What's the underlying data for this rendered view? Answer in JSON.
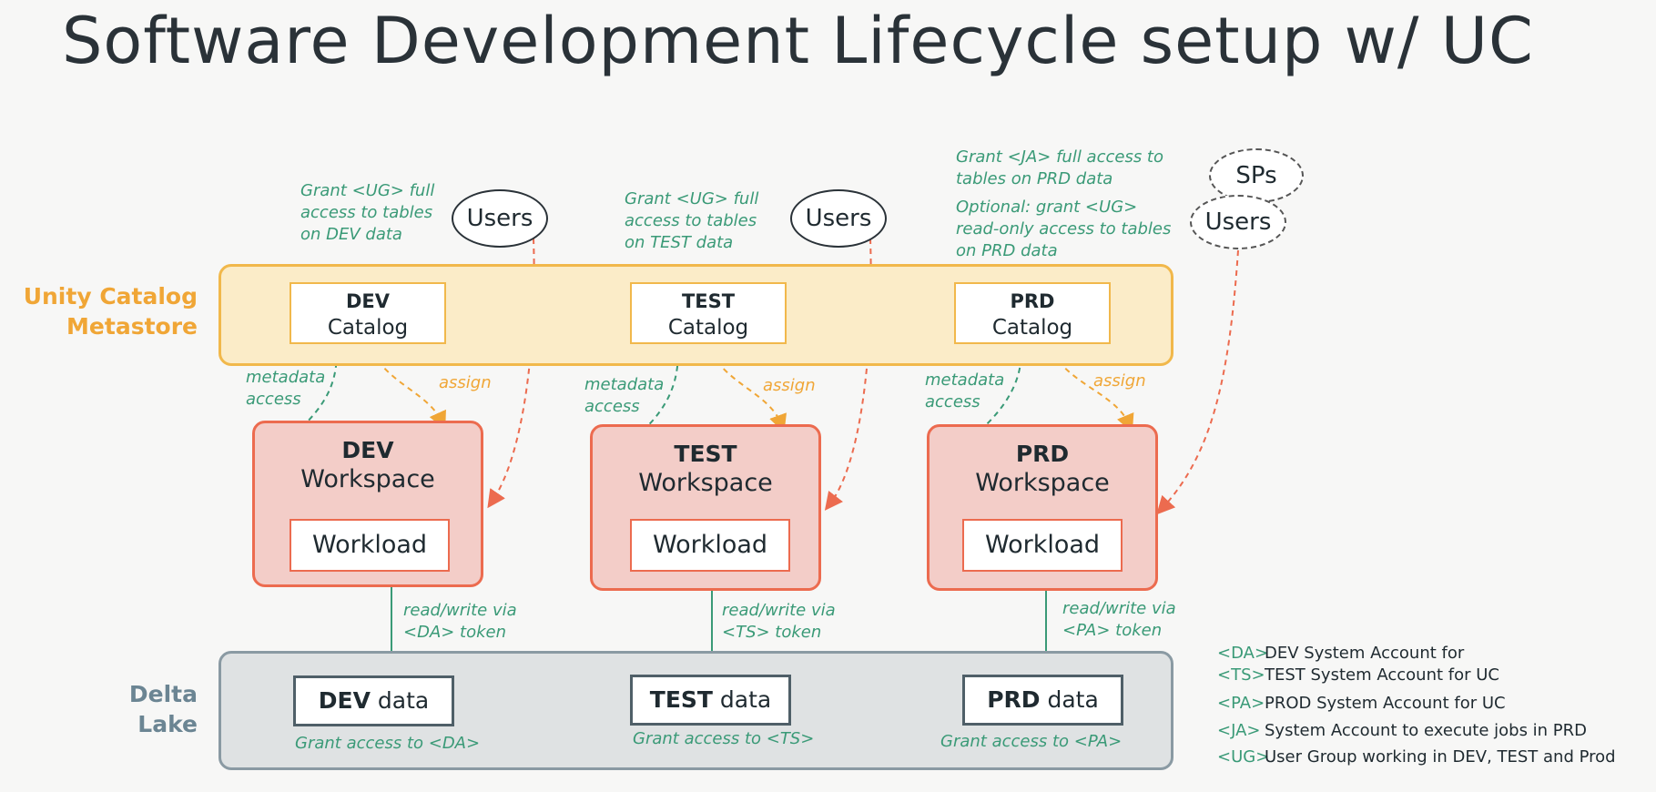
{
  "title": "Software Development Lifecycle setup w/ UC",
  "uc_label": [
    "Unity Catalog",
    "Metastore"
  ],
  "dl_label": [
    "Delta",
    "Lake"
  ],
  "catalogs": [
    {
      "env": "DEV",
      "label": "Catalog"
    },
    {
      "env": "TEST",
      "label": "Catalog"
    },
    {
      "env": "PRD",
      "label": "Catalog"
    }
  ],
  "workspaces": [
    {
      "env": "DEV",
      "label": "Workspace",
      "workload": "Workload"
    },
    {
      "env": "TEST",
      "label": "Workspace",
      "workload": "Workload"
    },
    {
      "env": "PRD",
      "label": "Workspace",
      "workload": "Workload"
    }
  ],
  "data_stores": [
    {
      "env": "DEV",
      "label": "data",
      "grant": "Grant access to <DA>"
    },
    {
      "env": "TEST",
      "label": "data",
      "grant": "Grant access to <TS>"
    },
    {
      "env": "PRD",
      "label": "data",
      "grant": "Grant access to <PA>"
    }
  ],
  "users_label": "Users",
  "sps_label": "SPs",
  "grants": [
    [
      "Grant <UG> full",
      "access to tables",
      "on DEV data"
    ],
    [
      "Grant <UG> full",
      "access to tables",
      "on TEST data"
    ],
    [
      "Grant <JA> full access to",
      "tables on PRD data"
    ]
  ],
  "optional_grant": [
    "Optional: grant <UG>",
    "read-only access to tables",
    "on PRD data"
  ],
  "metadata_access": [
    "metadata",
    "access"
  ],
  "assign_label": "assign",
  "readwrite": [
    [
      "read/write via",
      "<DA> token"
    ],
    [
      "read/write via",
      "<TS> token"
    ],
    [
      "read/write via",
      "<PA> token"
    ]
  ],
  "legend": [
    {
      "key": "<DA>",
      "text": "DEV System Account for"
    },
    {
      "key": "<TS>",
      "text": "TEST System Account for UC"
    },
    {
      "key": "<PA>",
      "text": "PROD System Account for UC"
    },
    {
      "key": "<JA>",
      "text": "System Account to execute jobs in PRD"
    },
    {
      "key": "<UG>",
      "text": "User Group working in DEV, TEST and Prod"
    }
  ],
  "colors": {
    "uc": "#f1b84b",
    "workspace": "#ec6b4f",
    "delta": "#8a9aa3",
    "note": "#3a9a77",
    "assign": "#f0a636"
  }
}
